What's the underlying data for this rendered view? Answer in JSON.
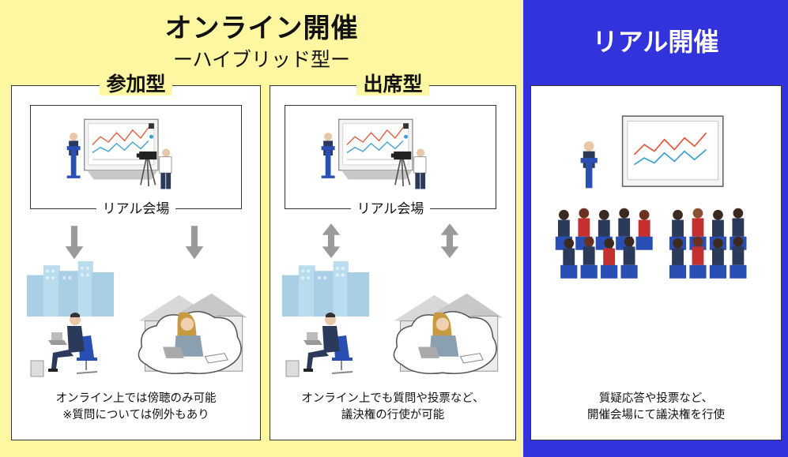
{
  "online": {
    "title": "オンライン開催",
    "subtitle": "ーハイブリッド型ー",
    "participation": {
      "heading": "参加型",
      "venue_label": "リアル会場",
      "caption_line1": "オンライン上では傍聴のみ可能",
      "caption_line2": "※質問については例外もあり"
    },
    "attendance": {
      "heading": "出席型",
      "venue_label": "リアル会場",
      "caption_line1": "オンライン上でも質問や投票など、",
      "caption_line2": "議決権の行使が可能"
    }
  },
  "real": {
    "title": "リアル開催",
    "caption_line1": "質疑応答や投票など、",
    "caption_line2": "開催会場にて議決権を行使"
  },
  "colors": {
    "left_background": "#fcf7a0",
    "right_background": "#3333dd",
    "arrow_gray": "#9a9a9a",
    "building_blue": "#a9cfe6",
    "suit_navy": "#2b3a5a",
    "chair_blue": "#2a4fb4"
  },
  "icons": [
    "presentation-scene-icon",
    "down-arrow-icon",
    "double-arrow-icon",
    "office-buildings-icon",
    "businessman-laptop-icon",
    "home-woman-laptop-icon",
    "audience-meeting-icon"
  ]
}
